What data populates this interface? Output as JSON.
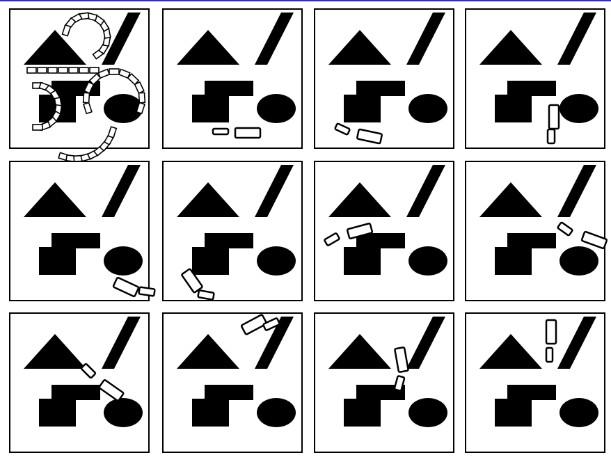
{
  "figure": {
    "description_visible_text": "",
    "rows": 3,
    "columns": 4,
    "top_rule_color": "#2b2bd0",
    "ink_color": "#000000",
    "paper_color": "#ffffff",
    "panels": [
      {
        "id": "overview",
        "shows_full_path": true
      },
      {
        "id": "step-1",
        "shows_full_path": false
      },
      {
        "id": "step-2",
        "shows_full_path": false
      },
      {
        "id": "step-3",
        "shows_full_path": false
      },
      {
        "id": "step-4",
        "shows_full_path": false
      },
      {
        "id": "step-5",
        "shows_full_path": false
      },
      {
        "id": "step-6",
        "shows_full_path": false
      },
      {
        "id": "step-7",
        "shows_full_path": false
      },
      {
        "id": "step-8",
        "shows_full_path": false
      },
      {
        "id": "step-9",
        "shows_full_path": false
      },
      {
        "id": "step-10",
        "shows_full_path": false
      },
      {
        "id": "step-11",
        "shows_full_path": false
      }
    ]
  }
}
